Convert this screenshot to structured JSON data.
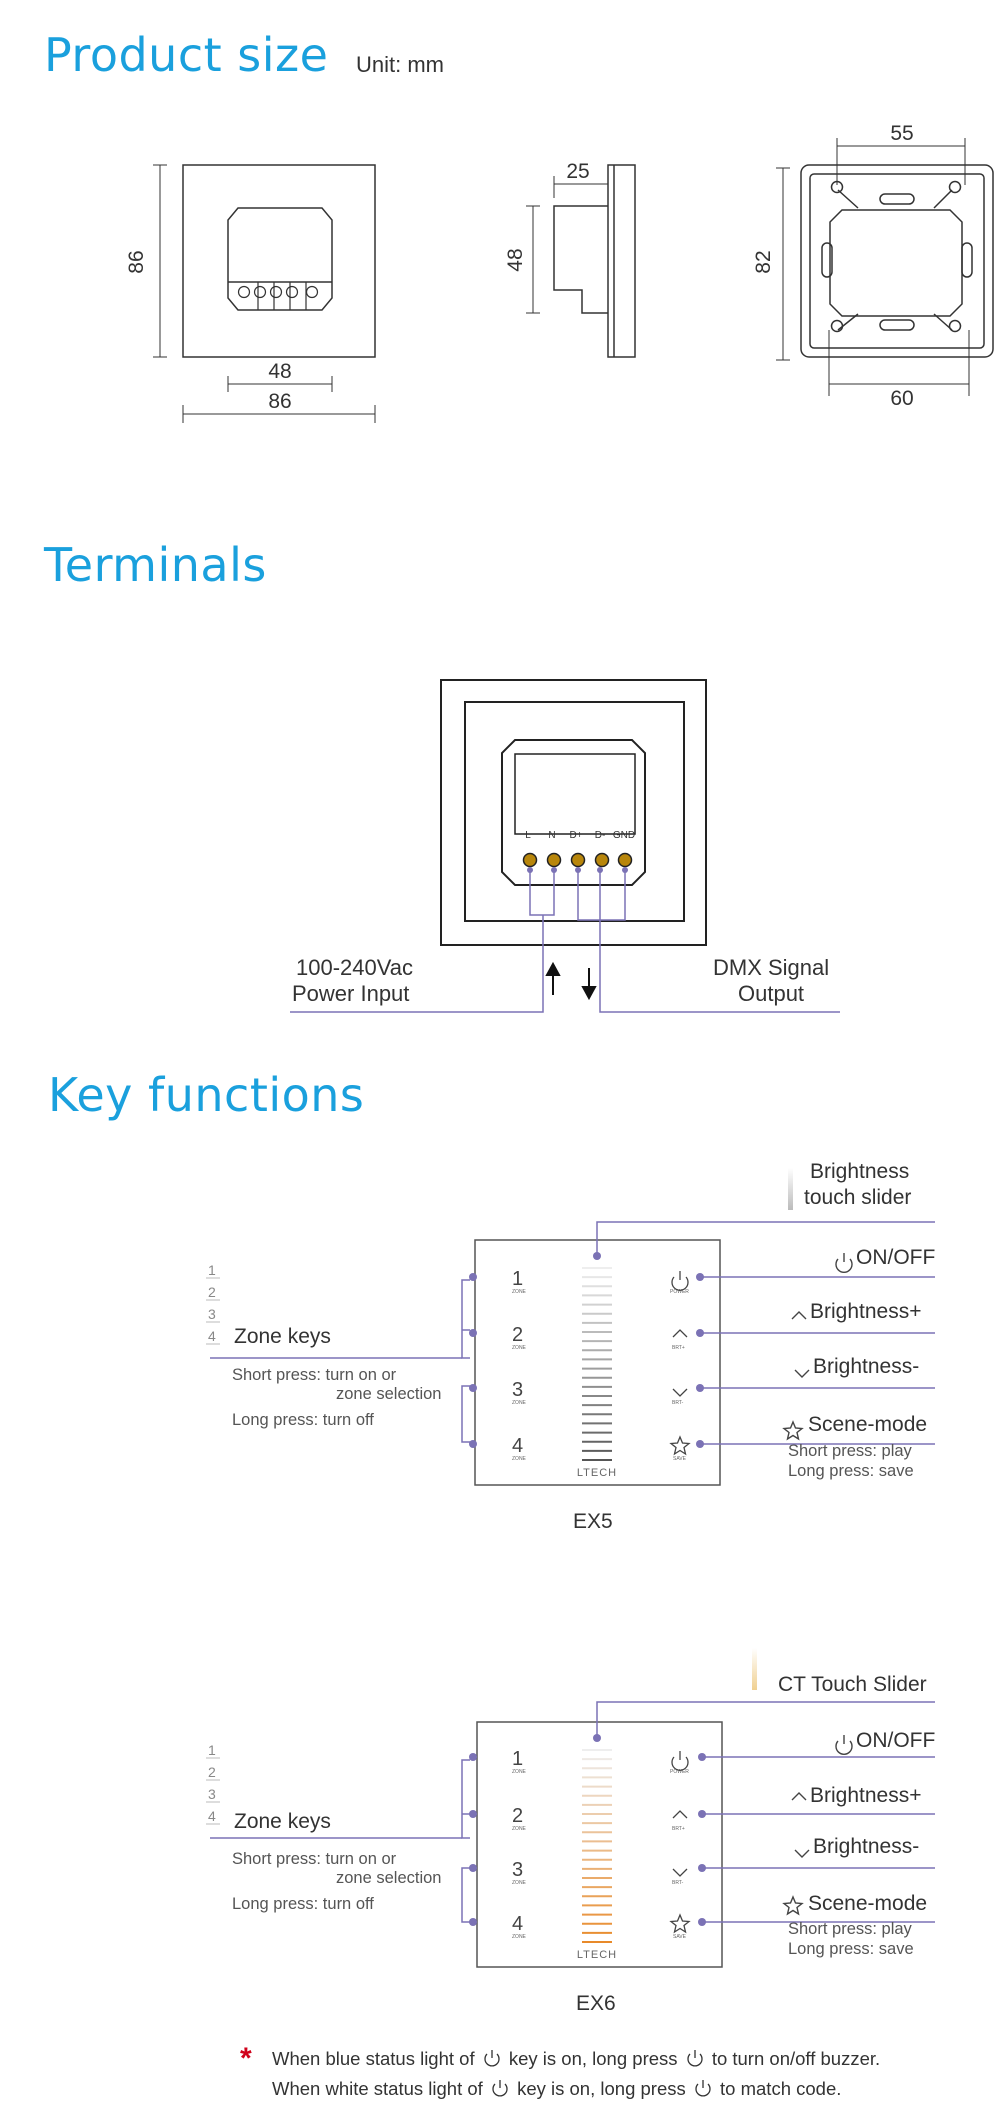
{
  "sections": {
    "product_size": "Product size",
    "unit": "Unit: mm",
    "terminals": "Terminals",
    "key_functions": "Key functions"
  },
  "dimensions": {
    "front_height": "86",
    "front_inner_width": "48",
    "front_width": "86",
    "side_depth": "25",
    "side_height": "48",
    "back_top": "55",
    "back_height": "82",
    "back_bottom": "60"
  },
  "terminals": {
    "labels": [
      "L",
      "N",
      "D+",
      "D-",
      "GND"
    ],
    "power_input": [
      "100-240Vac",
      "Power Input"
    ],
    "dmx_output": [
      "DMX Signal",
      "Output"
    ]
  },
  "ex5": {
    "model": "EX5",
    "slider_label": [
      "Brightness",
      "touch slider"
    ],
    "zone_keys": "Zone keys",
    "zone_short": "Short press: turn on or",
    "zone_short2": "zone selection",
    "zone_long": "Long press: turn off",
    "on_off": "ON/OFF",
    "bright_up": "Brightness+",
    "bright_down": "Brightness-",
    "scene": "Scene-mode",
    "scene_short": "Short press: play",
    "scene_long": "Long press: save",
    "brand": "LTECH",
    "slider_color": "#555555"
  },
  "ex6": {
    "model": "EX6",
    "slider_label": "CT Touch Slider",
    "zone_keys": "Zone keys",
    "zone_short": "Short press: turn on or",
    "zone_short2": "zone selection",
    "zone_long": "Long press: turn off",
    "on_off": "ON/OFF",
    "bright_up": "Brightness+",
    "bright_down": "Brightness-",
    "scene": "Scene-mode",
    "scene_short": "Short press: play",
    "scene_long": "Long press: save",
    "brand": "LTECH",
    "slider_color": "#e88a2a"
  },
  "panel_keys": {
    "zones": [
      "1",
      "2",
      "3",
      "4"
    ],
    "zone_word": "ZONE",
    "power": "POWER",
    "brt_up": "BRT+",
    "brt_down": "BRT-",
    "save": "SAVE"
  },
  "notes": {
    "line1_a": "When blue status light of",
    "line1_b": "key is on, long press",
    "line1_c": "to turn on/off buzzer.",
    "line2_a": "When white status light of",
    "line2_b": "key is on, long press",
    "line2_c": "to match code."
  },
  "colors": {
    "title": "#1aa0dd",
    "connector": "#7b72b5",
    "asterisk": "#d0021b"
  }
}
